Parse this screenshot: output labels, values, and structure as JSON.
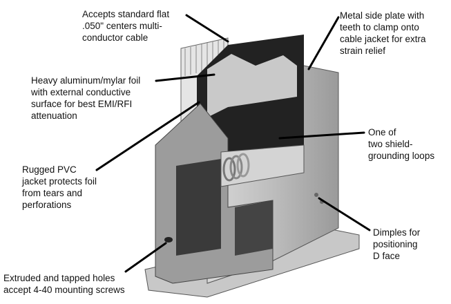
{
  "callouts": {
    "cable": [
      "Accepts standard flat",
      ".050\" centers multi-",
      "conductor cable"
    ],
    "side_plate": [
      "Metal side plate with",
      "teeth to clamp onto",
      "cable jacket for extra",
      "strain relief"
    ],
    "foil": [
      "Heavy aluminum/mylar foil",
      "with external conductive",
      "surface for best EMI/RFI",
      "attenuation"
    ],
    "grounding": [
      "One of",
      "two shield-",
      "grounding loops"
    ],
    "jacket": [
      "Rugged PVC",
      "jacket protects foil",
      "from tears and",
      "perforations"
    ],
    "dimples": [
      "Dimples for",
      "positioning",
      "D face"
    ],
    "holes": [
      "Extruded and tapped holes",
      "accept 4-40 mounting screws"
    ]
  }
}
